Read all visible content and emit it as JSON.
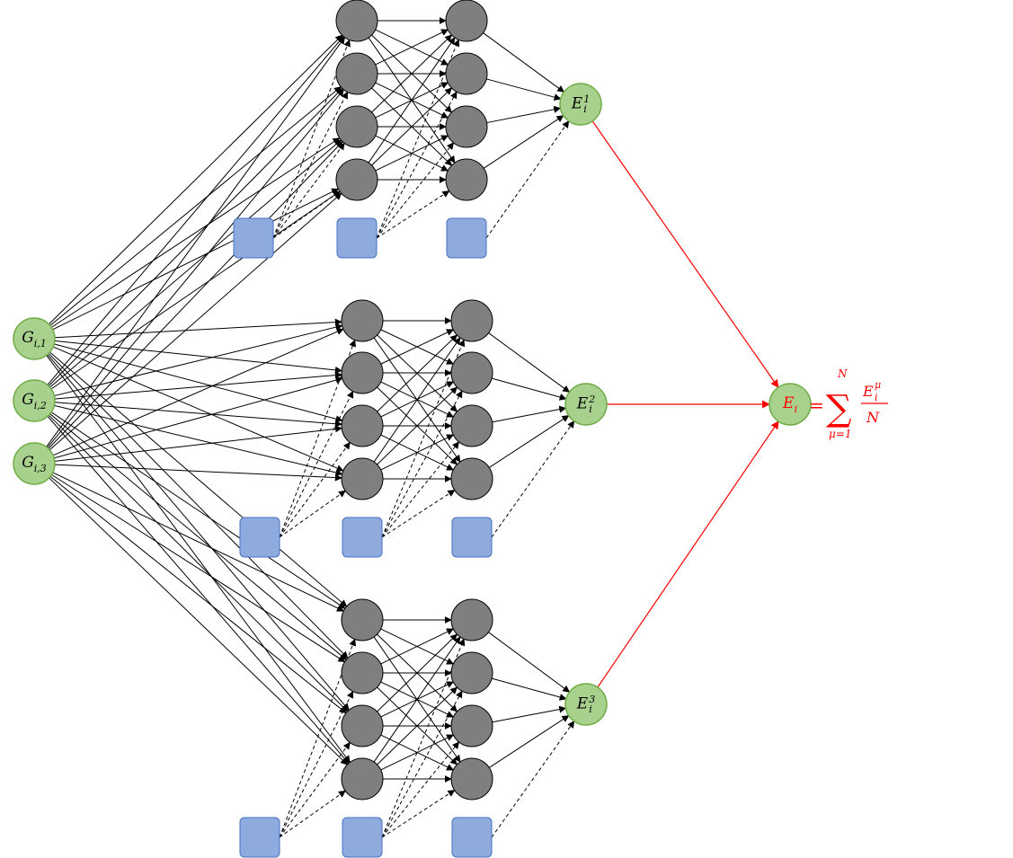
{
  "colors": {
    "input_node_fill": "#a9d18e",
    "input_node_stroke": "#70ad47",
    "hidden_node_fill": "#7f7f7f",
    "bias_fill": "#8faadc",
    "bias_stroke": "#4472c4",
    "edge": "#000000",
    "combine_edge": "#ff0000"
  },
  "inputs": [
    {
      "base": "G",
      "sub": "i,1"
    },
    {
      "base": "G",
      "sub": "i,2"
    },
    {
      "base": "G",
      "sub": "i,3"
    }
  ],
  "subnets": [
    {
      "output_base": "E",
      "output_sub": "i",
      "output_sup": "1"
    },
    {
      "output_base": "E",
      "output_sub": "i",
      "output_sup": "2"
    },
    {
      "output_base": "E",
      "output_sub": "i",
      "output_sup": "3"
    }
  ],
  "final": {
    "base": "E",
    "sub": "i"
  },
  "equation": {
    "equals": "=",
    "sum_symbol": "∑",
    "upper_limit": "N",
    "lower_limit": "μ=1",
    "numerator_base": "E",
    "numerator_sub": "i",
    "numerator_sup": "μ",
    "denominator": "N"
  }
}
